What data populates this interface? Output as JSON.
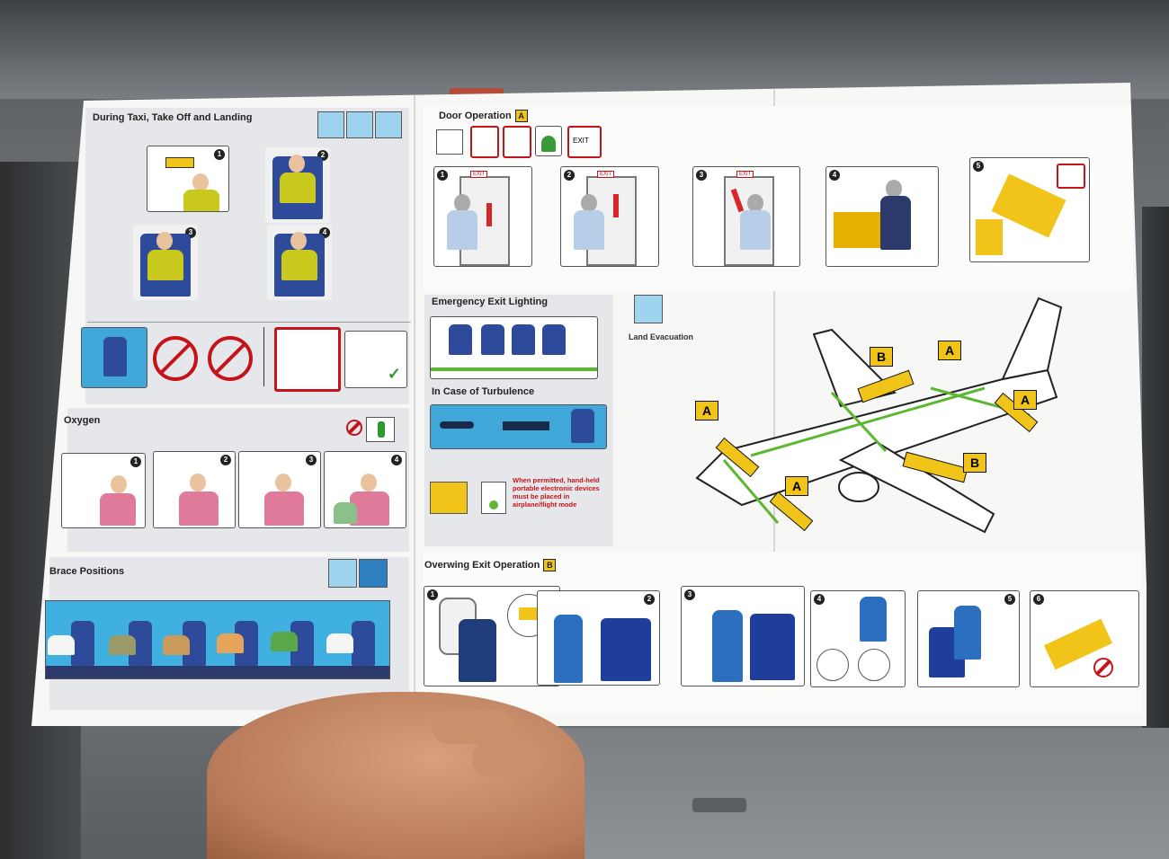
{
  "card": {
    "sections": {
      "taxi": "During Taxi, Take Off and Landing",
      "oxygen": "Oxygen",
      "brace": "Brace Positions",
      "door_operation": "Door Operation",
      "emergency_lighting": "Emergency Exit Lighting",
      "turbulence": "In Case of Turbulence",
      "land_evacuation": "Land Evacuation",
      "overwing": "Overwing Exit Operation"
    },
    "badges": {
      "door": "A",
      "overwing": "B"
    },
    "warning_text": "When permitted, hand-held portable electronic devices must be placed in airplane/flight mode",
    "exit_sign": "EXIT",
    "plane_labels": [
      "A",
      "B",
      "A",
      "A",
      "A",
      "B"
    ],
    "steps": {
      "taxi": [
        "1",
        "2",
        "3",
        "4"
      ],
      "oxygen": [
        "1",
        "2",
        "3",
        "4"
      ],
      "door": [
        "1",
        "2",
        "3",
        "4",
        "5"
      ],
      "overwing": [
        "1",
        "2",
        "3",
        "4",
        "5",
        "6"
      ]
    }
  },
  "colors": {
    "accent_yellow": "#f0c419",
    "seat_blue": "#2e4a9a",
    "sky_blue": "#3fb0e0",
    "prohibit_red": "#c4141a",
    "exit_path_green": "#5cb832"
  }
}
